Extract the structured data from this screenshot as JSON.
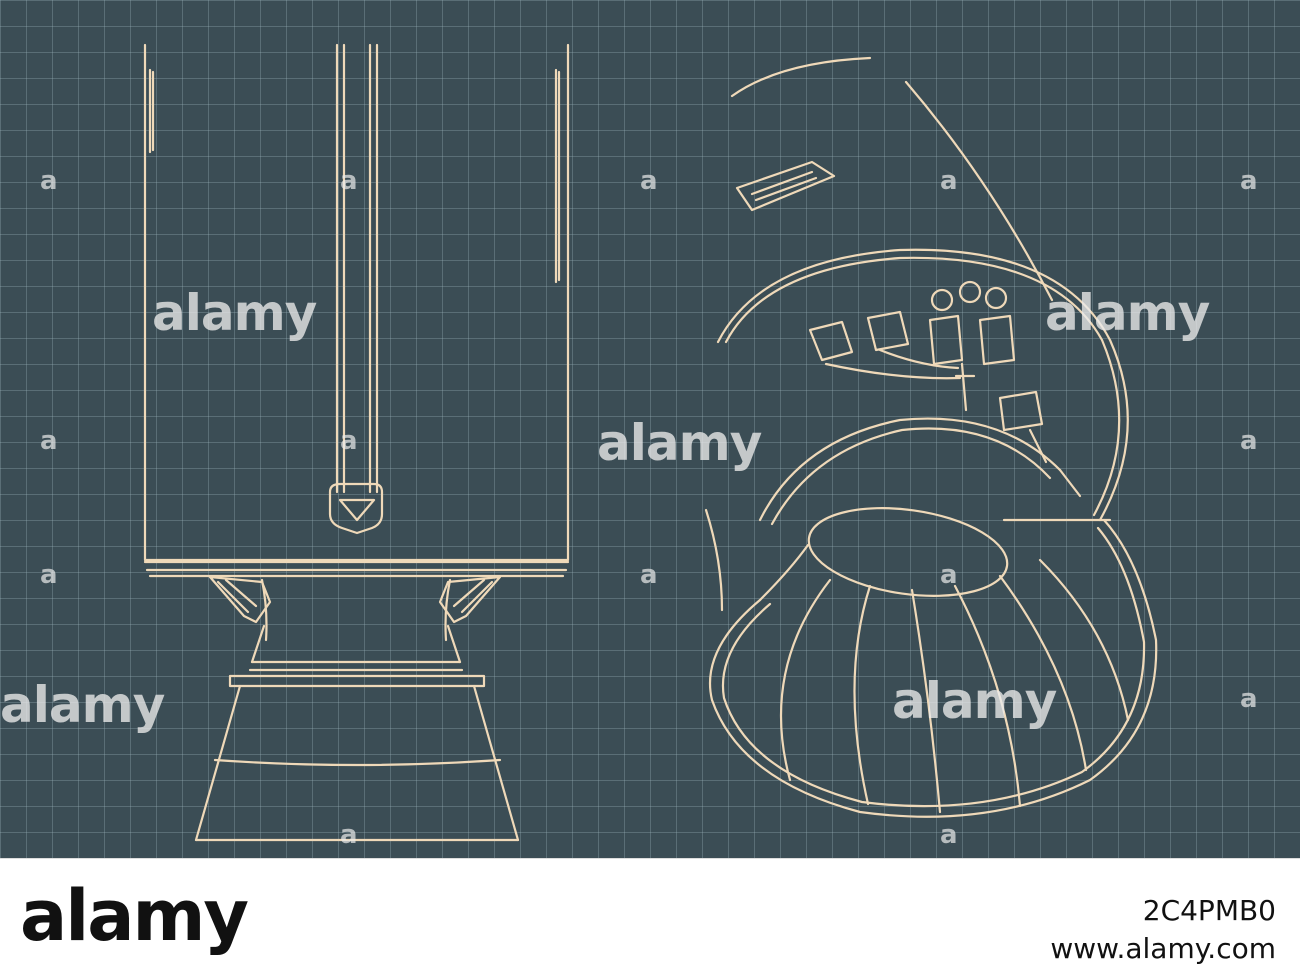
{
  "watermark": {
    "brand": "alamy",
    "glyph": "a"
  },
  "footer": {
    "logo": "alamy",
    "image_id": "2C4PMB0",
    "url": "www.alamy.com"
  },
  "colors": {
    "background": "#3b4d55",
    "line": "#efd9b9",
    "grid": "#8fa6ad"
  }
}
